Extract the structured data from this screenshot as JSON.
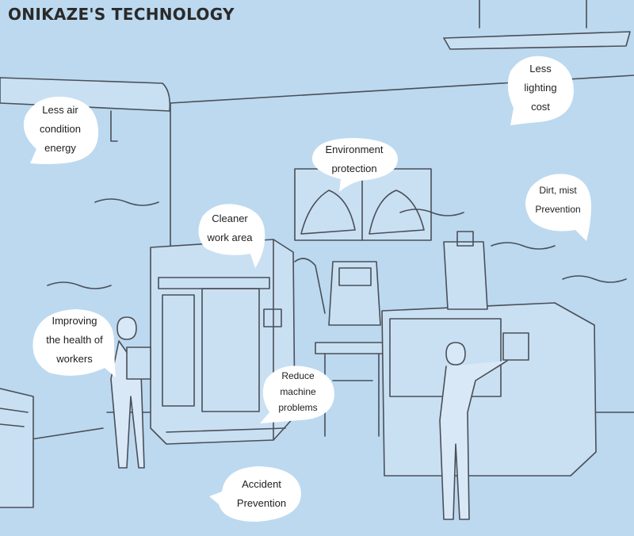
{
  "brand": "ONIKAZE'S TECHNOLOGY",
  "bubbles": {
    "air": [
      "Less air",
      "condition",
      "energy"
    ],
    "lighting": [
      "Less",
      "lighting",
      "cost"
    ],
    "environment": [
      "Environment",
      "protection"
    ],
    "dirt": [
      "Dirt, mist",
      "Prevention"
    ],
    "cleaner": [
      "Cleaner",
      "work area"
    ],
    "health": [
      "Improving",
      "the health of",
      "workers"
    ],
    "reduce": [
      "Reduce",
      "machine",
      "problems"
    ],
    "accident": [
      "Accident",
      "Prevention"
    ]
  },
  "colors": {
    "background": "#bcd9ef",
    "line": "#4a4f58",
    "bubble": "#ffffff",
    "machine": "#c9e0f3"
  }
}
